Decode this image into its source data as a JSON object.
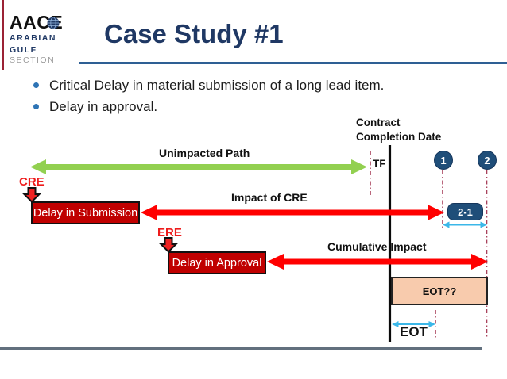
{
  "logo": {
    "brand": "AACE",
    "region": [
      "ARABIAN",
      "GULF",
      "SECTION"
    ]
  },
  "header": {
    "title": "Case Study #1"
  },
  "bullets": {
    "items": [
      "Critical Delay in material submission of a long lead item.",
      "Delay in approval."
    ]
  },
  "diagram": {
    "contract_completion_label": "Contract Completion Date",
    "unimpacted_path_label": "Unimpacted Path",
    "tf_label": "TF",
    "cre_label": "CRE",
    "ere_label": "ERE",
    "impact_of_cre_label": "Impact of CRE",
    "cumulative_impact_label": "Cumulative Impact",
    "delay_submission_box": "Delay in Submission",
    "delay_approval_box": "Delay in Approval",
    "marker_1": "1",
    "marker_2": "2",
    "difference_badge": "2-1",
    "eot_question_box": "EOT??",
    "eot_label": "EOT"
  },
  "colors": {
    "title_navy": "#1f3864",
    "underline_blue": "#2e5f94",
    "bullet_blue": "#2e74b5",
    "green_arrow": "#92d050",
    "red_arrow": "#ff0000",
    "dark_red_box": "#c00000",
    "blue_marker": "#1f4e79",
    "tan_box": "#f8cbad",
    "cyan_arrow": "#3bb7e8",
    "dashed_line": "#a8415b",
    "bottom_rule_gray": "#62707e"
  }
}
